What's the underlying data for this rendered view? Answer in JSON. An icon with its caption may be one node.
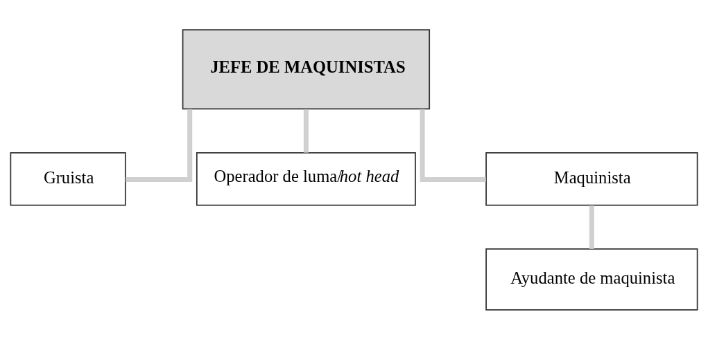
{
  "diagram": {
    "nodes": [
      {
        "text": [
          "JEFE DE MAQUINISTAS"
        ]
      },
      {
        "text": [
          "Gruista"
        ]
      },
      {
        "text": [
          "Operador de luma/*hot head*"
        ]
      },
      {
        "text": [
          "Maquinista"
        ]
      },
      {
        "text": [
          "Ayudante de maquinista"
        ]
      }
    ],
    "edges": [
      {
        "from": 0,
        "to": 1,
        "arrow": "none"
      },
      {
        "from": 0,
        "to": 2,
        "arrow": "none"
      },
      {
        "from": 0,
        "to": 3,
        "arrow": "none"
      },
      {
        "from": 3,
        "to": 4,
        "arrow": "none"
      }
    ]
  }
}
